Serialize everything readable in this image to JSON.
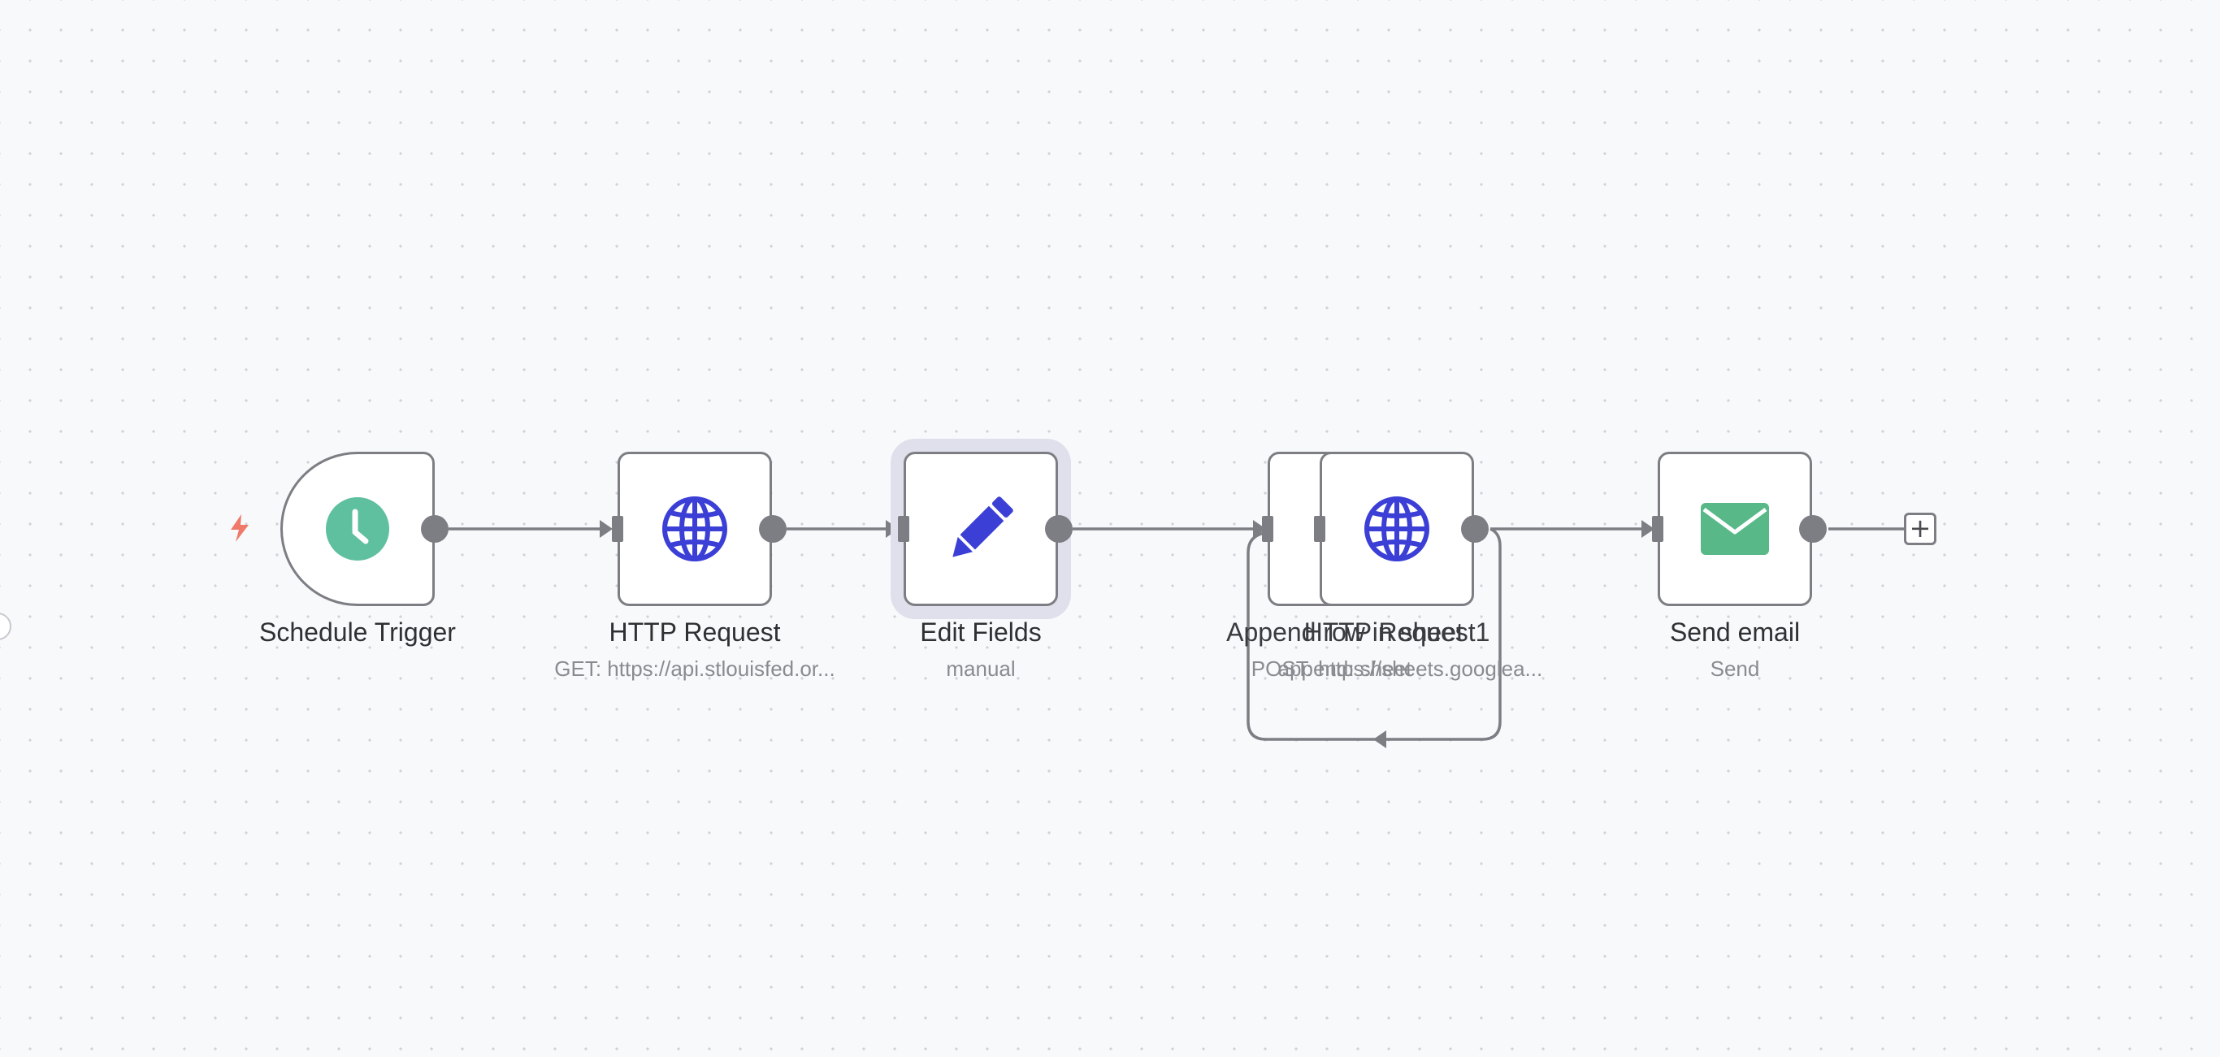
{
  "nodes": {
    "schedule_trigger": {
      "label": "Schedule Trigger",
      "subtitle": "",
      "icon": "clock-icon"
    },
    "http_request": {
      "label": "HTTP Request",
      "subtitle": "GET: https://api.stlouisfed.or...",
      "icon": "globe-icon"
    },
    "edit_fields": {
      "label": "Edit Fields",
      "subtitle": "manual",
      "icon": "pencil-icon"
    },
    "append_row": {
      "label": "Append row in sheet",
      "subtitle": "append: sheet",
      "icon": "sheet-icon"
    },
    "http_request1": {
      "label": "HTTP Request1",
      "subtitle": "POST: https://sheets.googlea...",
      "icon": "globe-icon"
    },
    "send_email": {
      "label": "Send email",
      "subtitle": "Send",
      "icon": "envelope-icon"
    }
  },
  "add_node_label": "+",
  "colors": {
    "canvas_bg": "#f8f9fb",
    "node_border": "#7d7e84",
    "trigger_icon": "#5ec09f",
    "globe_icon": "#3b3fd6",
    "pencil_icon": "#3b3fd6",
    "email_icon": "#58b887",
    "bolt": "#ef7a6a"
  }
}
